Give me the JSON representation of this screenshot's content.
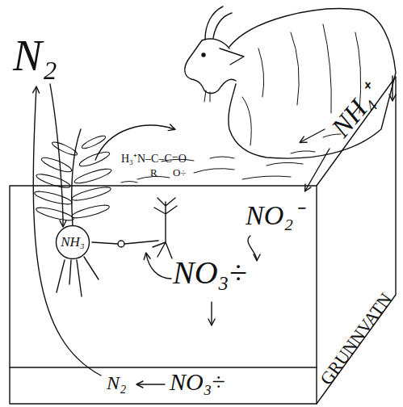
{
  "diagram": {
    "nodes": [
      {
        "text": [
          "NH₃"
        ]
      }
    ],
    "labels": [
      "N₂",
      "H₃⁺N–C–C=O",
      "R",
      "O÷",
      "NH₄⁺",
      "NO₂⁻",
      "NO₃÷",
      "GRUNNVATN",
      "N₂",
      "NO₃÷"
    ]
  }
}
